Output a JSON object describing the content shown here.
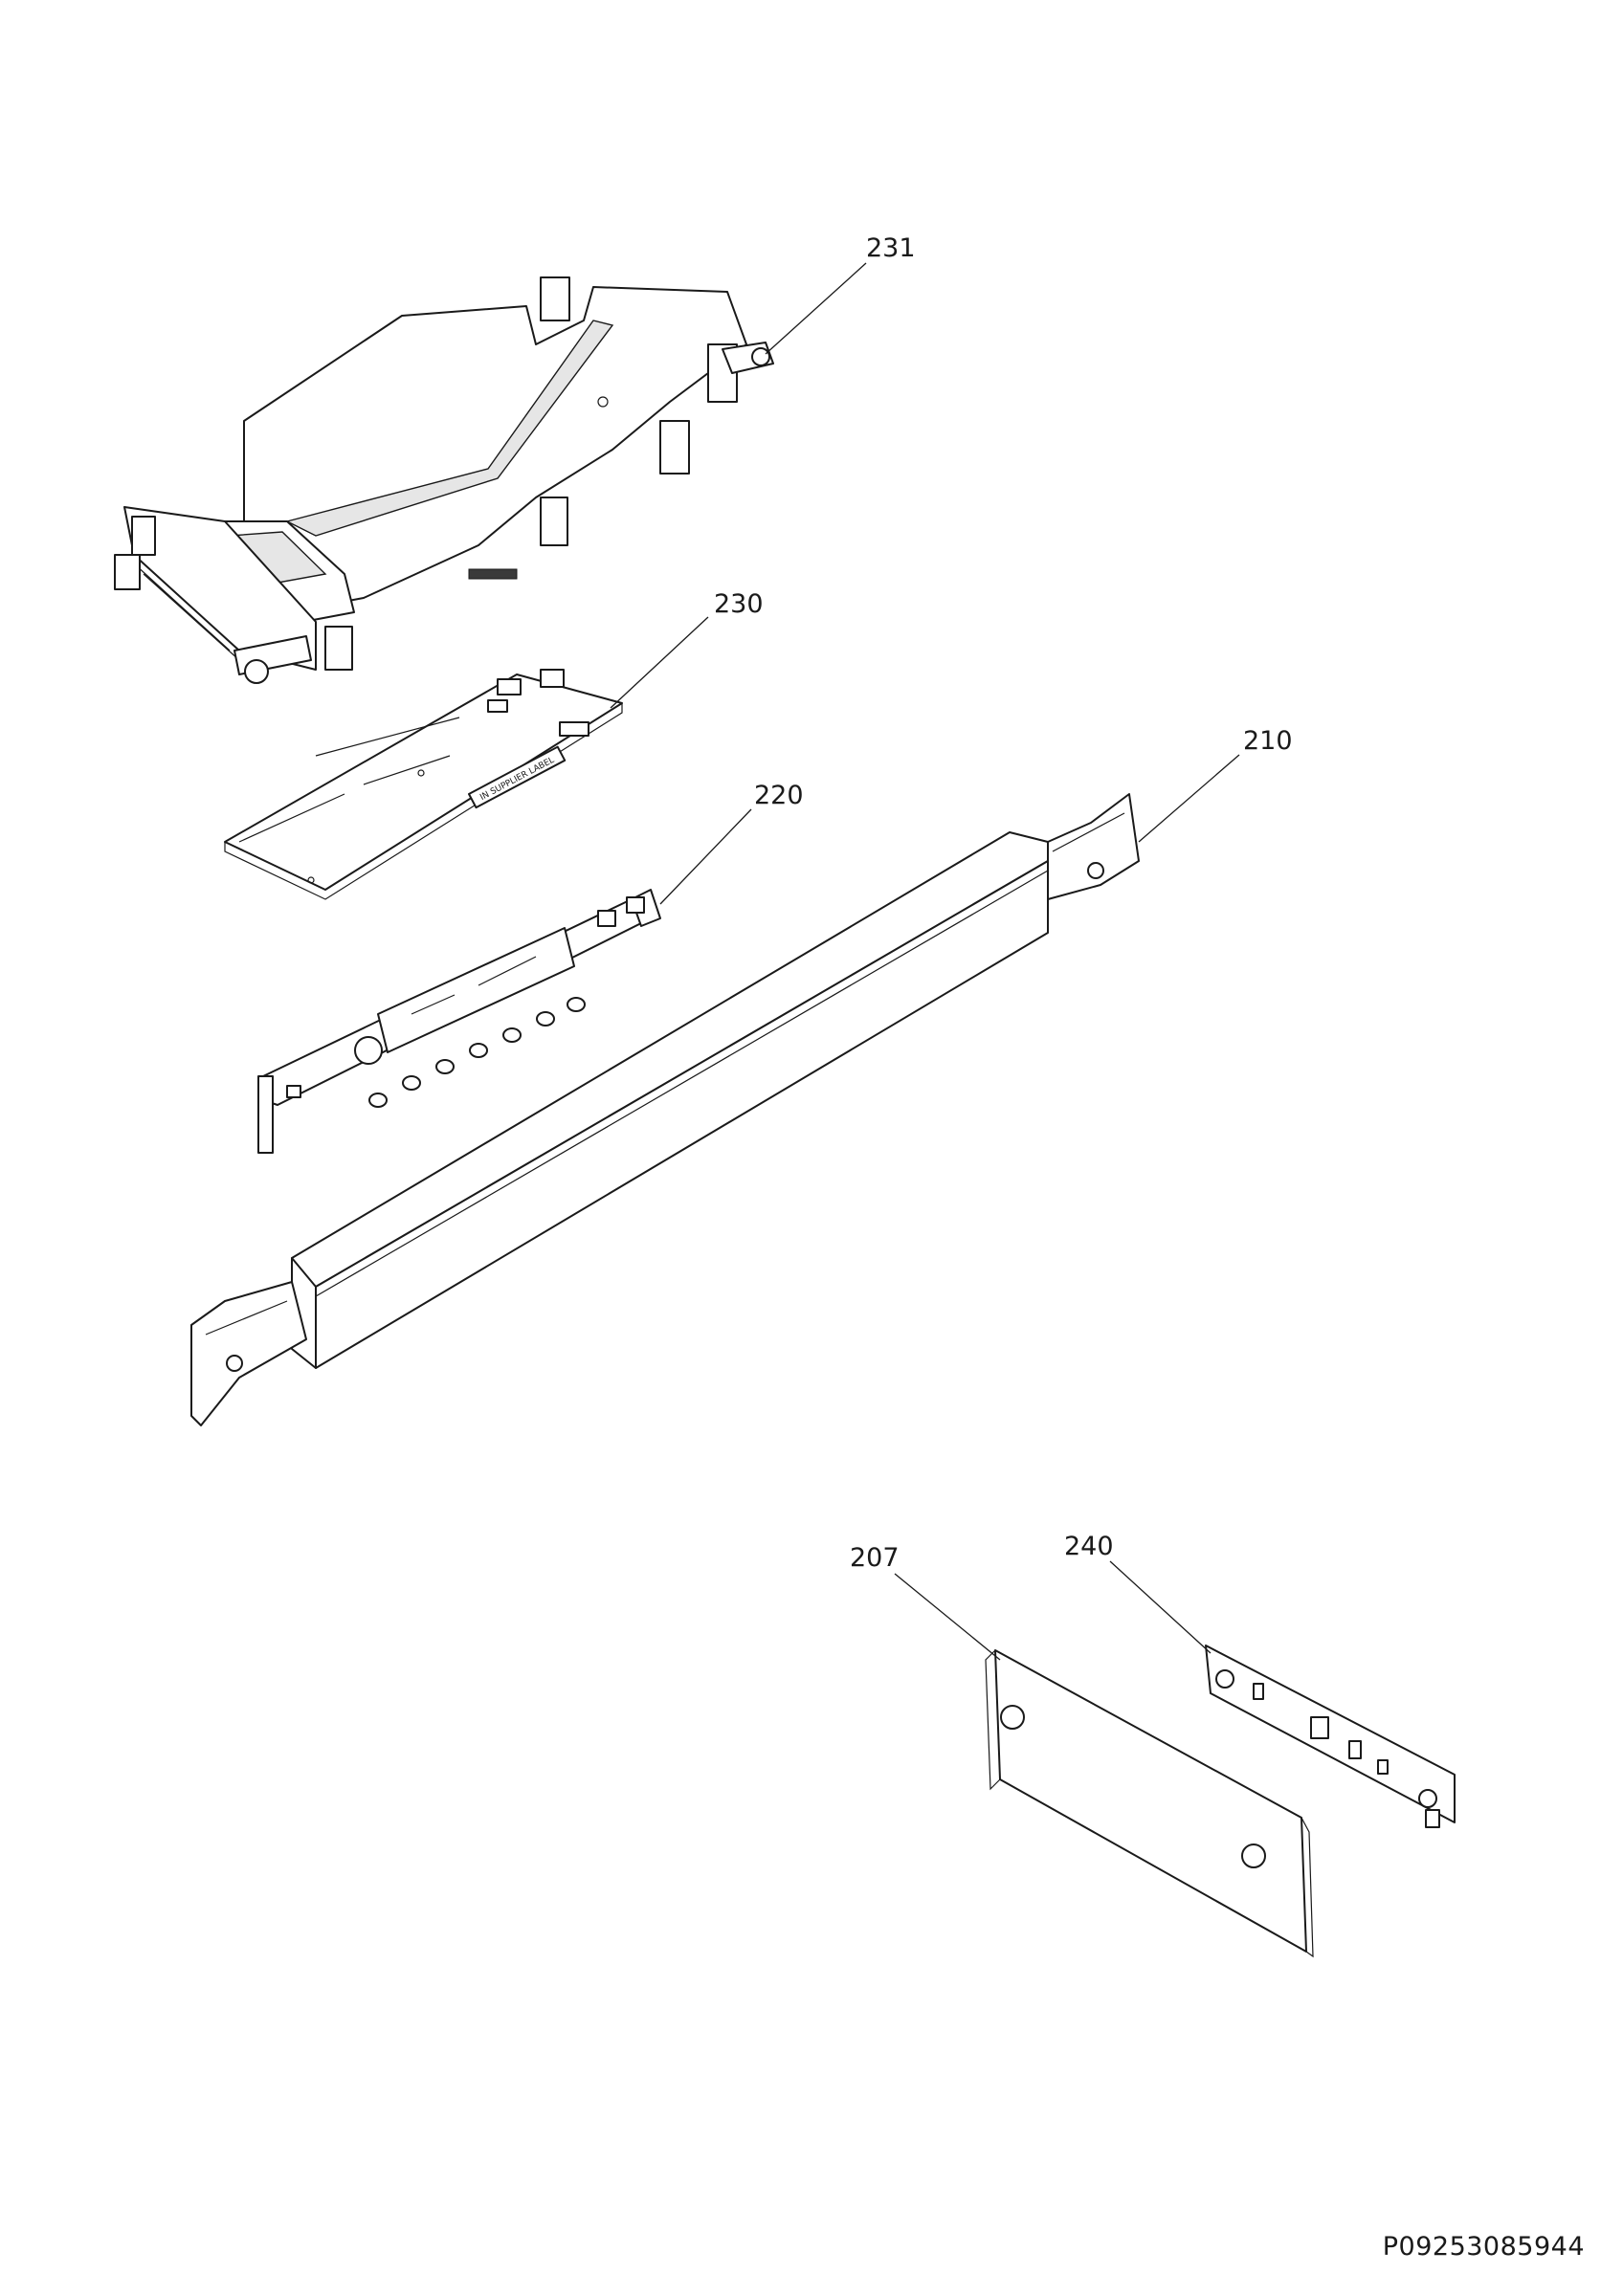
{
  "diagram": {
    "callouts": [
      {
        "id": "231"
      },
      {
        "id": "230"
      },
      {
        "id": "220"
      },
      {
        "id": "210"
      },
      {
        "id": "207"
      },
      {
        "id": "240"
      }
    ]
  },
  "pcb_label": "IN SUPPLIER LABEL",
  "footer": {
    "doc_number": "P09253085944"
  }
}
